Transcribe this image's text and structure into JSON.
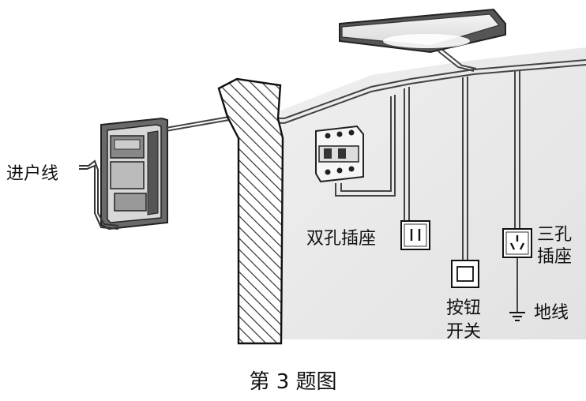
{
  "labels": {
    "incoming_line": "进户线",
    "two_hole_socket": "双孔插座",
    "three_hole_socket_line1": "三孔",
    "three_hole_socket_line2": "插座",
    "push_switch_line1": "按钮",
    "push_switch_line2": "开关",
    "ground_wire": "地线"
  },
  "caption": "第 3 题图"
}
